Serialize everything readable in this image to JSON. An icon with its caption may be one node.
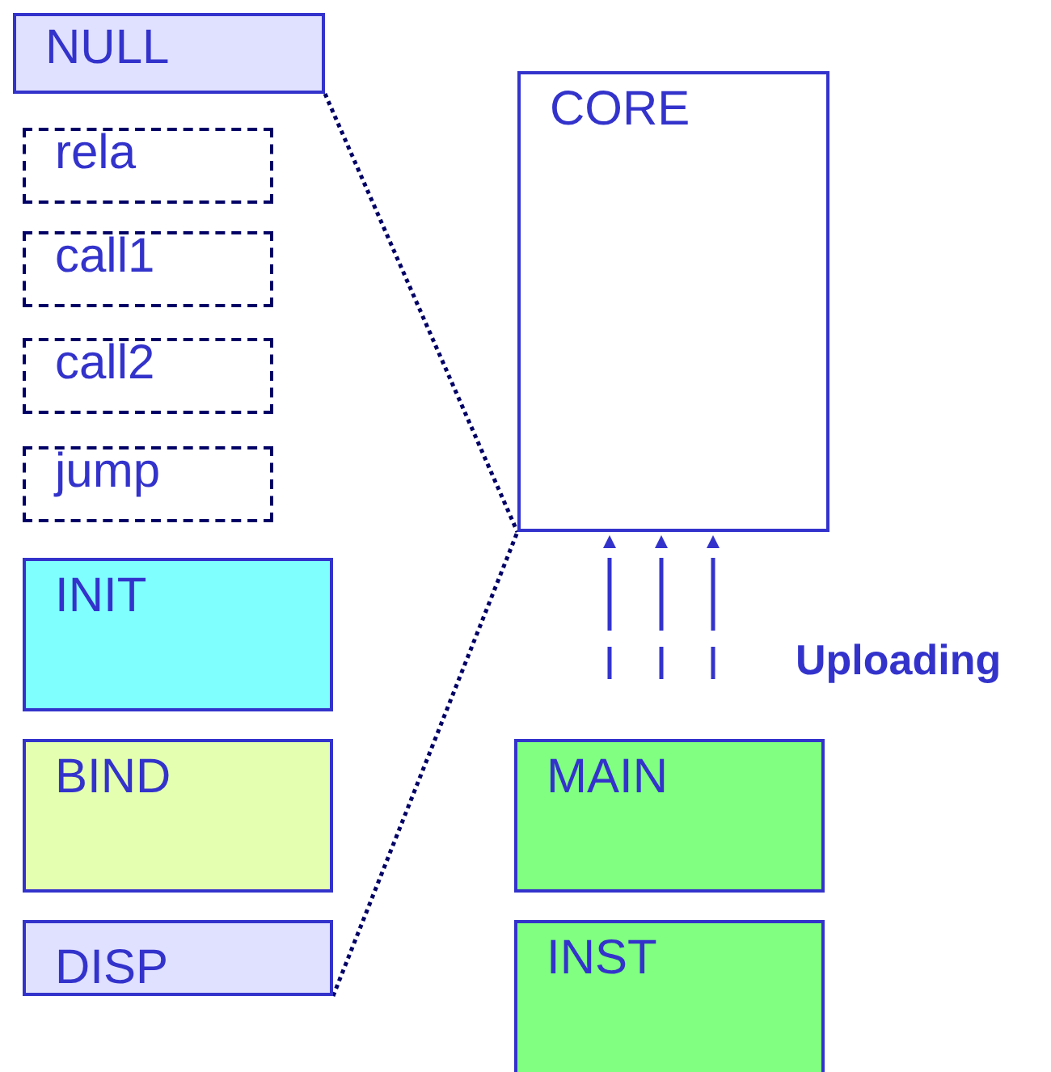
{
  "diagram": {
    "nodes": [
      {
        "text": [
          "NULL"
        ]
      },
      {
        "text": [
          "rela"
        ]
      },
      {
        "text": [
          "call1"
        ]
      },
      {
        "text": [
          "call2"
        ]
      },
      {
        "text": [
          "jump"
        ]
      },
      {
        "text": [
          "INIT"
        ]
      },
      {
        "text": [
          "BIND"
        ]
      },
      {
        "text": [
          "DISP"
        ]
      },
      {
        "text": [
          "CORE"
        ]
      },
      {
        "text": [
          "MAIN"
        ]
      },
      {
        "text": [
          "INST"
        ]
      }
    ],
    "edges": [
      {
        "from": 0,
        "to": 8,
        "arrow": "none",
        "style": "dashed",
        "color": "#000066"
      },
      {
        "from": 7,
        "to": 8,
        "arrow": "none",
        "style": "dashed",
        "color": "#000066"
      },
      {
        "from": 9,
        "to": 8,
        "arrow": "to",
        "style": "dashed"
      },
      {
        "from": 9,
        "to": 8,
        "arrow": "to",
        "style": "dashed"
      },
      {
        "from": 9,
        "to": 8,
        "arrow": "to",
        "style": "dashed"
      }
    ],
    "labels": [
      "Uploading"
    ]
  }
}
